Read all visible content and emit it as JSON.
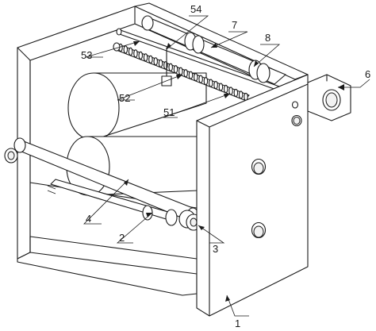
{
  "figure": {
    "labels": {
      "l1": "1",
      "l2": "2",
      "l3": "3",
      "l4": "4",
      "l51": "51",
      "l52": "52",
      "l53": "53",
      "l54": "54",
      "l6": "6",
      "l7": "7",
      "l8": "8"
    }
  }
}
